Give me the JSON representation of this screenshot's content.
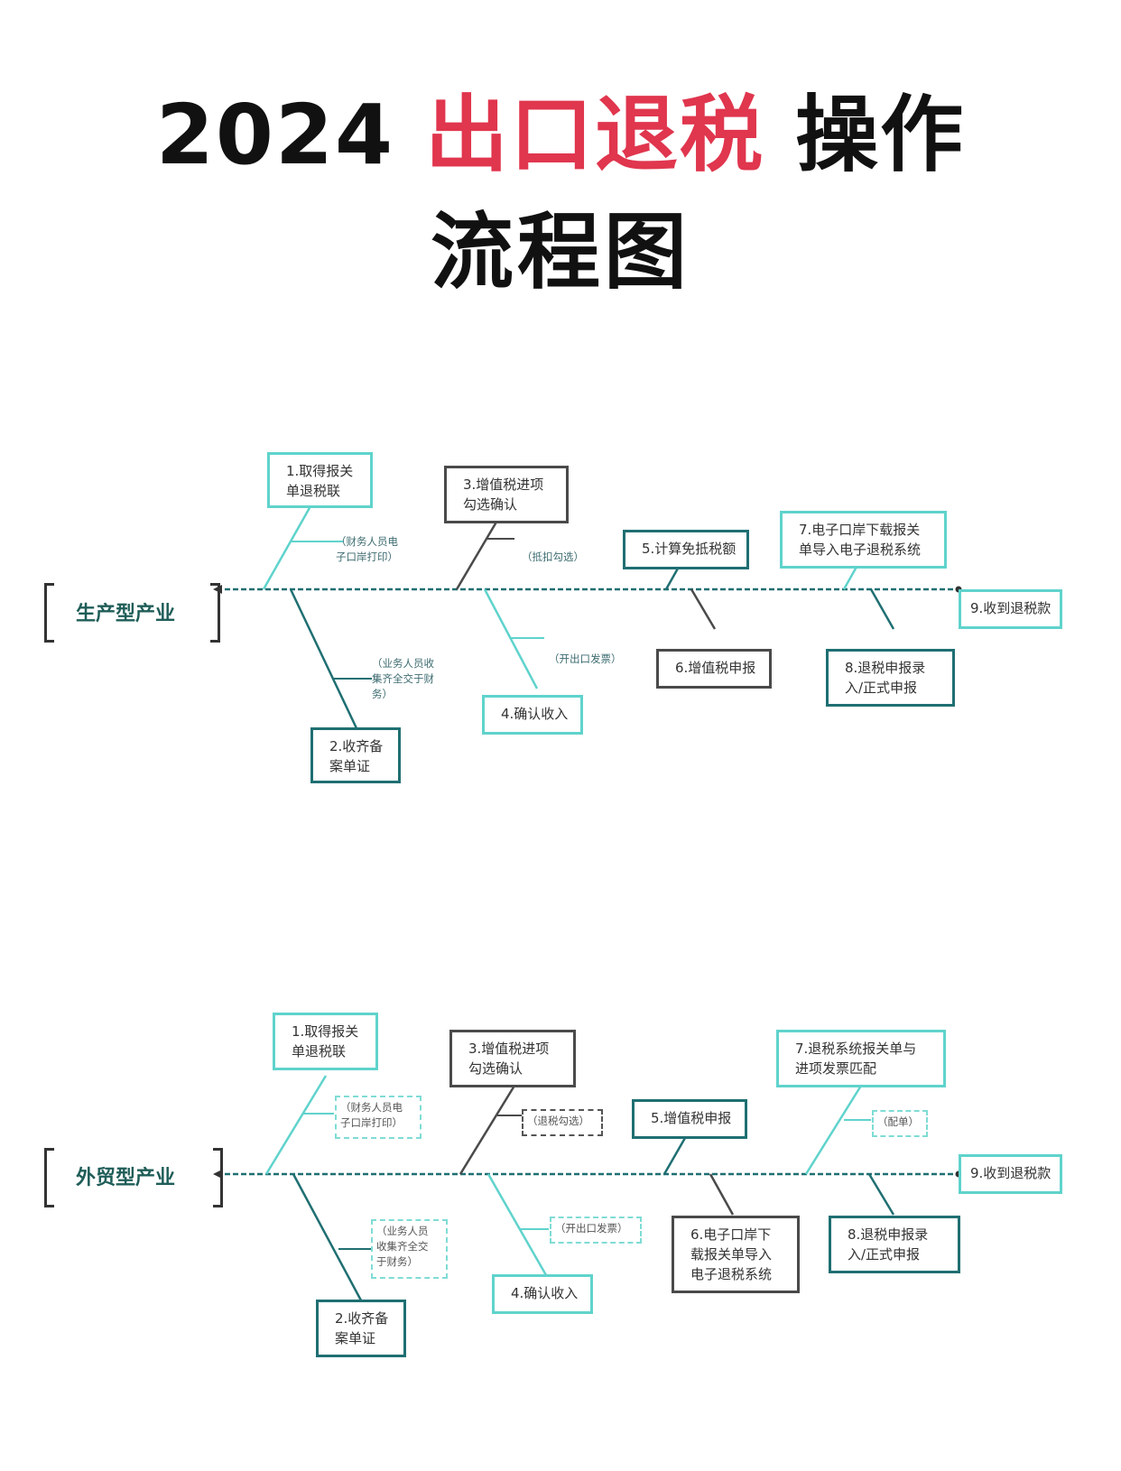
{
  "title": {
    "year": "2024",
    "highlight": "出口退税",
    "suffix": "操作",
    "line2": "流程图"
  },
  "diagram1": {
    "head": "生产型产业",
    "end": "9.收到退税款",
    "step1": [
      "1.取得报关",
      "单退税联"
    ],
    "step2": [
      "2.收齐备",
      "案单证"
    ],
    "step3": [
      "3.增值税进项",
      "勾选确认"
    ],
    "step4": "4.确认收入",
    "step5": "5.计算免抵税额",
    "step6": "6.增值税申报",
    "step7": [
      "7.电子口岸下载报关",
      "单导入电子退税系统"
    ],
    "step8": [
      "8.退税申报录",
      "入/正式申报"
    ],
    "note1": [
      "（财务人员电",
      "子口岸打印）"
    ],
    "note2": [
      "（业务人员收",
      "集齐全交于财",
      "务）"
    ],
    "note3": "（抵扣勾选）",
    "note4": "（开出口发票）"
  },
  "diagram2": {
    "head": "外贸型产业",
    "end": "9.收到退税款",
    "step1": [
      "1.取得报关",
      "单退税联"
    ],
    "step2": [
      "2.收齐备",
      "案单证"
    ],
    "step3": [
      "3.增值税进项",
      "勾选确认"
    ],
    "step4": "4.确认收入",
    "step5": "5.增值税申报",
    "step6": [
      "6.电子口岸下",
      "载报关单导入",
      "电子退税系统"
    ],
    "step7": [
      "7.退税系统报关单与",
      "进项发票匹配"
    ],
    "step8": [
      "8.退税申报录",
      "入/正式申报"
    ],
    "note1": [
      "（财务人员电",
      "子口岸打印）"
    ],
    "note2": [
      "（业务人员",
      "收集齐全交",
      "于财务）"
    ],
    "note3": "（退税勾选）",
    "note4": "（开出口发票）",
    "note7": "（配单）"
  }
}
